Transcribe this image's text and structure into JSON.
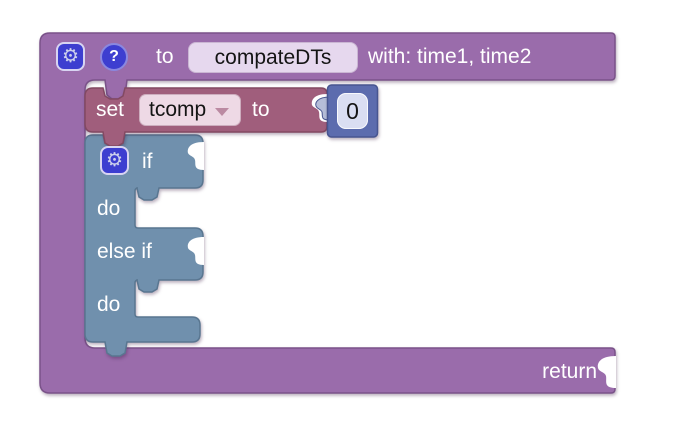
{
  "colors": {
    "function_block": "#9a6cab",
    "function_stroke": "#7a5289",
    "set_block": "#a05e7c",
    "set_stroke": "#824962",
    "if_block": "#7090ad",
    "if_stroke": "#597690",
    "number_block": "#5c6cae",
    "number_stroke": "#475590",
    "number_tab": "#b5bdd8",
    "icon_bg": "#3d3ed0",
    "icon_border": "#d8d4f2",
    "icon_glyph": "#cdd0ec",
    "field_name": "#e6d8ee",
    "field_dropdown": "#eed9e5",
    "field_number": "#dadef2",
    "text_light": "#ffffff",
    "text_dark": "#141414",
    "dropdown_arrow": "#bb8aa2"
  },
  "function_block": {
    "keyword": "to",
    "name": "compateDTs",
    "params": "with: time1, time2",
    "return_label": "return",
    "gear_icon": "⚙",
    "help_icon": "?"
  },
  "set_block": {
    "set_label": "set",
    "variable": "tcomp",
    "to_label": "to",
    "value": "0"
  },
  "if_block": {
    "gear_icon": "⚙",
    "if_label": "if",
    "do_label": "do",
    "elseif_label": "else if",
    "do2_label": "do"
  }
}
